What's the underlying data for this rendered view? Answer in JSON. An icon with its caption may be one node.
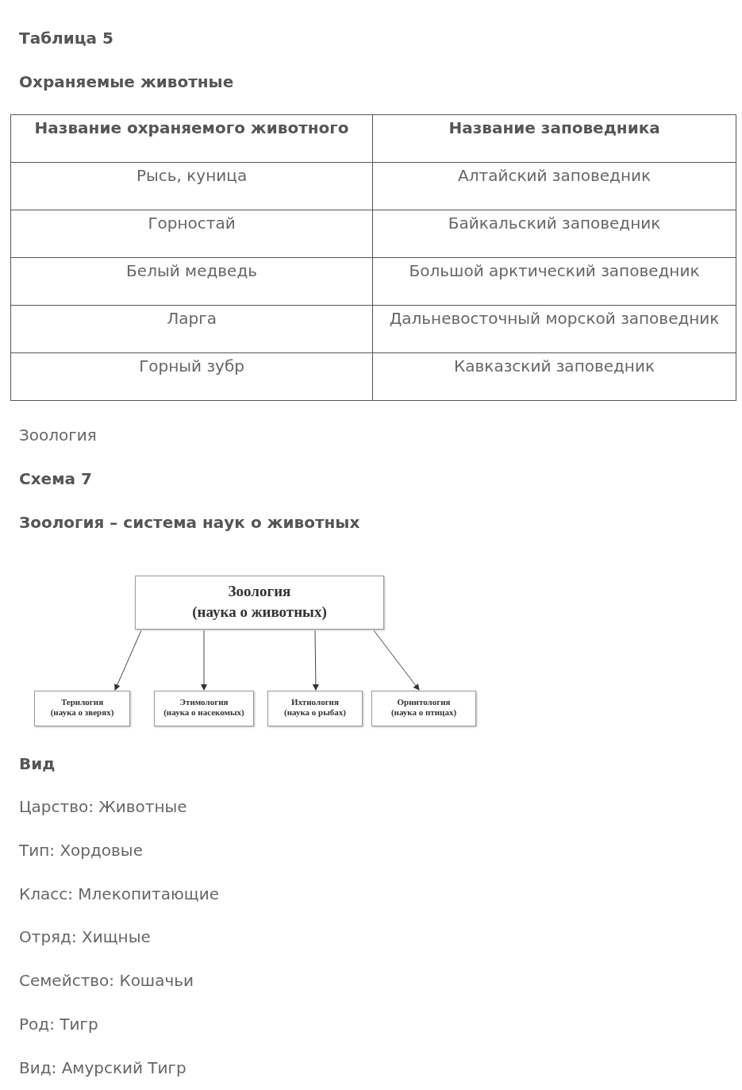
{
  "diagram": {
    "title": "Зоология – система наук о животных",
    "nodes": [
      {
        "text": [
          "Зоология",
          "(наука о животных)"
        ]
      },
      {
        "text": [
          "Терилогия",
          "(наука о зверях)"
        ]
      },
      {
        "text": [
          "Этимология",
          "(наука о насекомых)"
        ]
      },
      {
        "text": [
          "Ихтиология",
          "(наука о рыбах)"
        ]
      },
      {
        "text": [
          "Орнитология",
          "(наука о птицах)"
        ]
      }
    ],
    "edges": [
      {
        "from": 0,
        "to": 1,
        "arrow": "to"
      },
      {
        "from": 0,
        "to": 2,
        "arrow": "to"
      },
      {
        "from": 0,
        "to": 3,
        "arrow": "to"
      },
      {
        "from": 0,
        "to": 4,
        "arrow": "to"
      }
    ],
    "labels": [
      "Таблица 5",
      "Охраняемые животные",
      "Название охраняемого животного",
      "Название заповедника",
      "Рысь, куница",
      "Алтайский заповедник",
      "Горностай",
      "Байкальский заповедник",
      "Белый медведь",
      "Большой арктический заповедник",
      "Ларга",
      "Дальневосточный морской заповедник",
      "Горный зубр",
      "Кавказский заповедник",
      "Зоология",
      "Схема 7",
      "Вид",
      "Царство: Животные",
      "Тип: Хордовые",
      "Класс: Млекопитающие",
      "Отряд: Хищные",
      "Семейство: Кошачьи",
      "Род: Тигр",
      "Вид: Амурский Тигр"
    ]
  }
}
